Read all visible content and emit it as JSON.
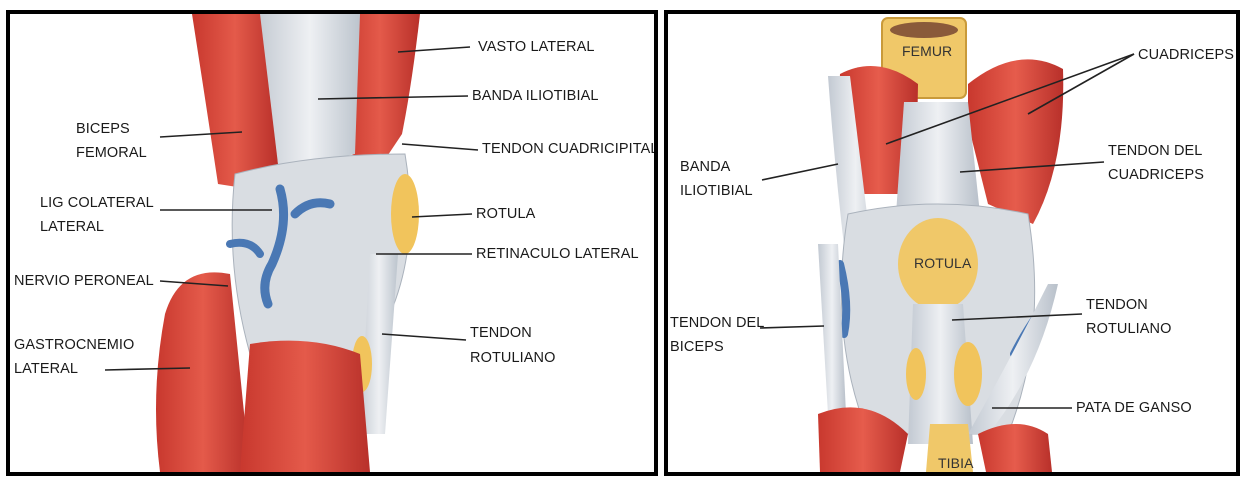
{
  "colors": {
    "muscle": "#d8493c",
    "muscle_dark": "#b8322a",
    "tendon": "#d9dde2",
    "tendon_shadow": "#aab2bc",
    "fat": "#f1c45c",
    "bone": "#f0c869",
    "vessel": "#4a78b4",
    "frame": "#000000"
  },
  "left_diagram": {
    "labels": {
      "vasto_lateral": "VASTO LATERAL",
      "banda_iliotibial": "BANDA ILIOTIBIAL",
      "biceps": "BICEPS",
      "femoral": "FEMORAL",
      "tendon_cuadricipital": "TENDON CUADRICIPITAL",
      "lig_colateral": "LIG COLATERAL",
      "lateral_1": "LATERAL",
      "rotula": "ROTULA",
      "retinaculo_lateral": "RETINACULO LATERAL",
      "nervio_peroneal": "NERVIO PERONEAL",
      "tendon": "TENDON",
      "rotuliano": "ROTULIANO",
      "gastrocnemio": "GASTROCNEMIO",
      "lateral_2": "LATERAL"
    }
  },
  "right_diagram": {
    "labels": {
      "femur": "FEMUR",
      "cuadriceps": "CUADRICEPS",
      "banda": "BANDA",
      "iliotibial": "ILIOTIBIAL",
      "tendon_del_1": "TENDON DEL",
      "cuadriceps_2": "CUADRICEPS",
      "rotula": "ROTULA",
      "tendon_del_2": "TENDON DEL",
      "biceps": "BICEPS",
      "tendon": "TENDON",
      "rotuliano": "ROTULIANO",
      "pata_de_ganso": "PATA DE GANSO",
      "tibia": "TIBIA"
    }
  }
}
